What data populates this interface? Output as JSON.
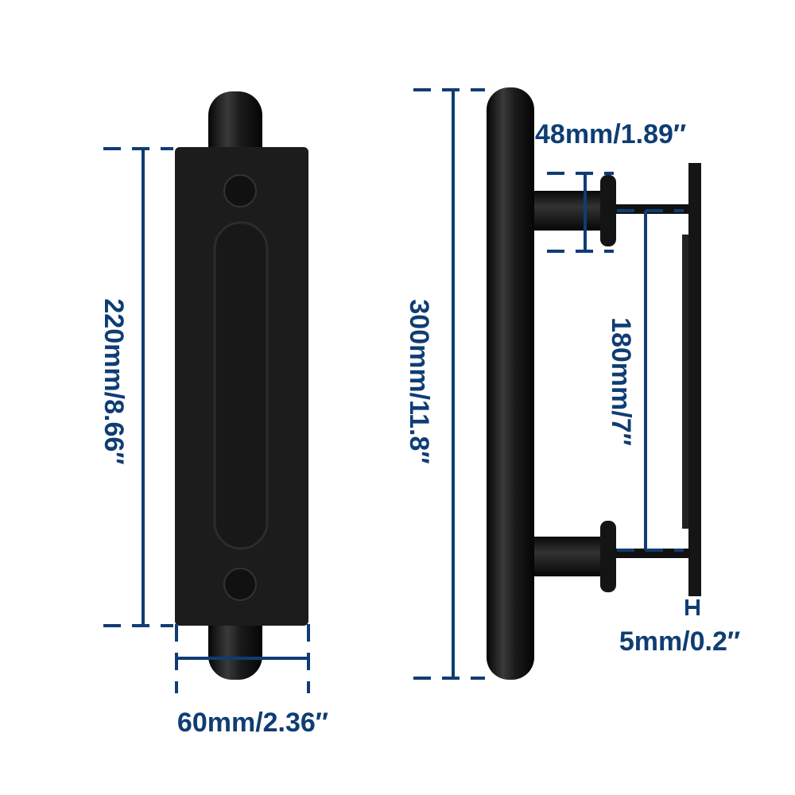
{
  "colors": {
    "dimension": "#0f3d73",
    "product": "#141414"
  },
  "dimensions": {
    "plate_height": "220mm/8.66″",
    "plate_width": "60mm/2.36″",
    "handle_length": "300mm/11.8″",
    "standoff_diameter": "48mm/1.89″",
    "center_to_center": "180mm/7″",
    "plate_thickness": "5mm/0.2″"
  }
}
